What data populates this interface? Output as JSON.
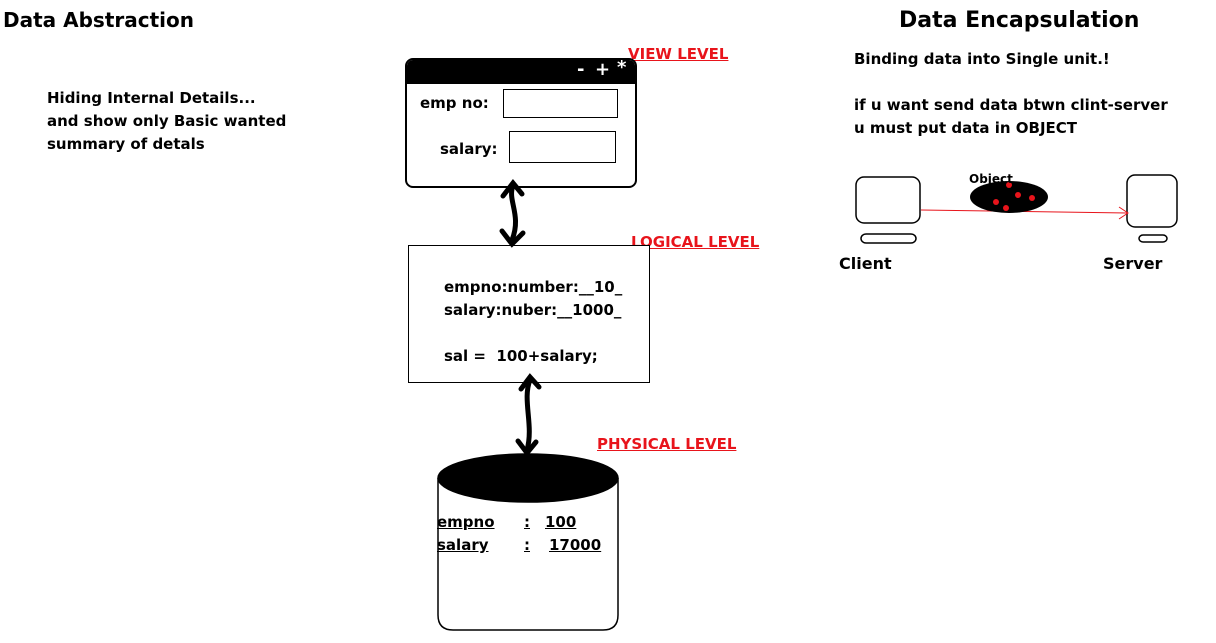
{
  "left": {
    "title": "Data Abstraction",
    "description": [
      "Hiding Internal Details...",
      "and show only Basic wanted",
      "summary of detals"
    ]
  },
  "view_level": {
    "label": "VIEW LEVEL",
    "window_controls": {
      "minimize": "-",
      "maximize": "+",
      "close": "*"
    },
    "fields": [
      {
        "label": "emp no:",
        "value": ""
      },
      {
        "label": "salary:",
        "value": ""
      }
    ]
  },
  "logical_level": {
    "label": "LOGICAL LEVEL",
    "lines": [
      "empno:number:__10_",
      "salary:nuber:__1000_",
      "",
      "sal =  100+salary;"
    ]
  },
  "physical_level": {
    "label": "PHYSICAL LEVEL",
    "rows": [
      {
        "key": "empno",
        "sep": ":",
        "value": "100"
      },
      {
        "key": "salary",
        "sep": ":",
        "value": "17000"
      }
    ]
  },
  "right": {
    "title": "Data Encapsulation",
    "line1": "Binding data into Single unit.!",
    "line2": "if u want send data btwn clint-server",
    "line3": "u must put data in OBJECT",
    "object_label": "Object",
    "client_label": "Client",
    "server_label": "Server"
  },
  "colors": {
    "accent_red": "#e8141b"
  }
}
